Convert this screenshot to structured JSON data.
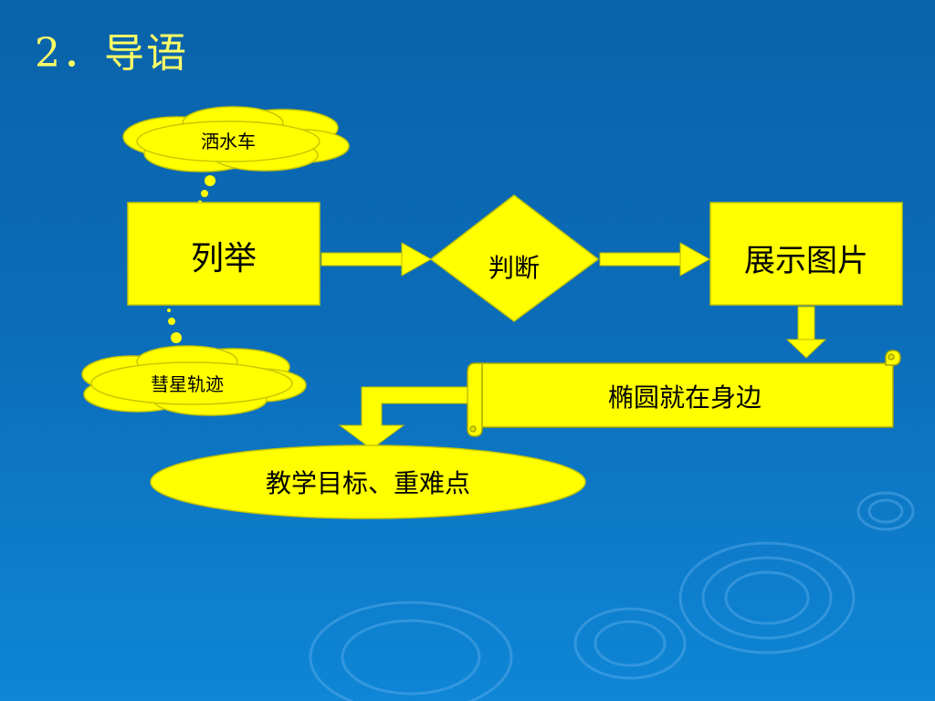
{
  "slide": {
    "title": "2．导语"
  },
  "diagram": {
    "nodes": {
      "list": "列举",
      "judge": "判断",
      "show": "展示图片",
      "ellipse_near": "椭圆就在身边",
      "goals": "教学目标、重难点",
      "cloud_top": "洒水车",
      "cloud_bottom": "彗星轨迹"
    }
  },
  "colors": {
    "background": "#0b6cb8",
    "shape_fill": "#ffff00",
    "title": "#ffff66"
  }
}
